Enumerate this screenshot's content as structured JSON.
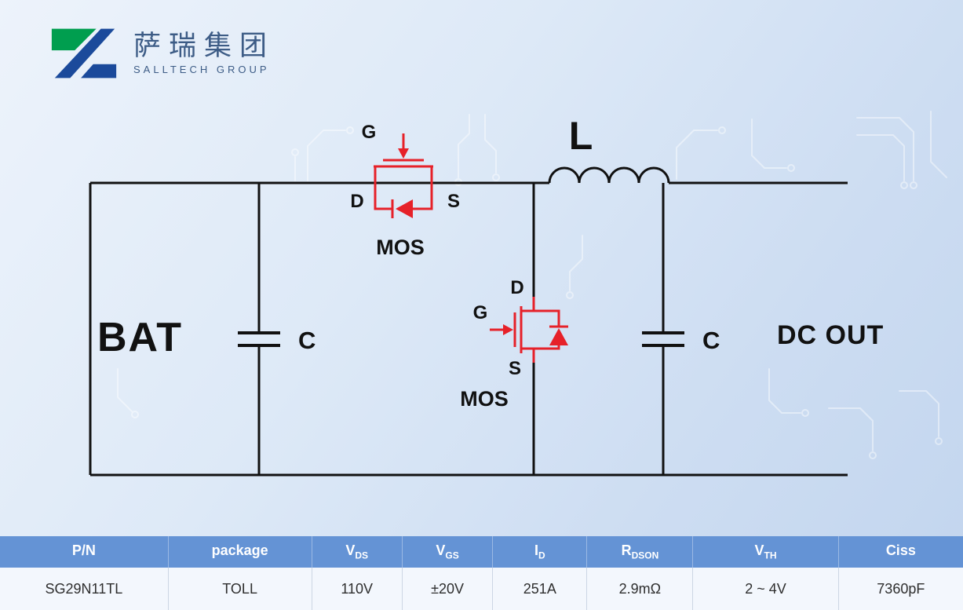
{
  "logo": {
    "cn_name": "萨瑞集团",
    "en_name": "SALLTECH GROUP"
  },
  "circuit": {
    "labels": {
      "bat": "BAT",
      "inductor": "L",
      "dc_out": "DC OUT",
      "cap_left": "C",
      "cap_right": "C",
      "mos_top": {
        "gate": "G",
        "drain": "D",
        "source": "S",
        "name": "MOS"
      },
      "mos_bottom": {
        "gate": "G",
        "drain": "D",
        "source": "S",
        "name": "MOS"
      }
    }
  },
  "table": {
    "headers": [
      {
        "base": "P/N",
        "sub": ""
      },
      {
        "base": "package",
        "sub": ""
      },
      {
        "base": "V",
        "sub": "DS"
      },
      {
        "base": "V",
        "sub": "GS"
      },
      {
        "base": "I",
        "sub": "D"
      },
      {
        "base": "R",
        "sub": "DSON"
      },
      {
        "base": "V",
        "sub": "TH"
      },
      {
        "base": "Ciss",
        "sub": ""
      }
    ],
    "rows": [
      [
        "SG29N11TL",
        "TOLL",
        "110V",
        "±20V",
        "251A",
        "2.9mΩ",
        "2 ~ 4V",
        "7360pF"
      ]
    ]
  },
  "colors": {
    "background": "#d9e6f6",
    "wire": "#111111",
    "mosfet_red": "#e62129",
    "table_header_bg": "#6493d5",
    "table_body_bg": "#f3f7fd",
    "logo_green": "#009e4f",
    "logo_blue": "#1b4a9b",
    "logo_text": "#3d5c86"
  }
}
